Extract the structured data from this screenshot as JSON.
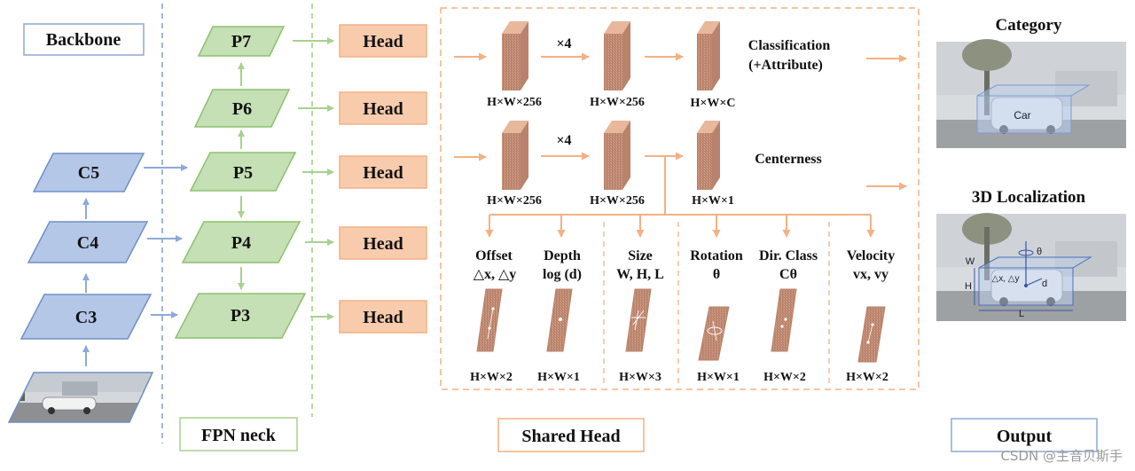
{
  "section_labels": {
    "backbone": "Backbone",
    "fpn_neck": "FPN neck",
    "shared_head": "Shared Head",
    "output": "Output"
  },
  "backbone_stages": [
    "C5",
    "C4",
    "C3"
  ],
  "fpn_levels": [
    "P7",
    "P6",
    "P5",
    "P4",
    "P3"
  ],
  "head_label": "Head",
  "shared_head": {
    "repeat_label": "×4",
    "feature_256": "H×W×256",
    "classification_line1": "Classification",
    "classification_line2": "(+Attribute)",
    "classification_dim": "H×W×C",
    "centerness": "Centerness",
    "centerness_dim": "H×W×1",
    "branches": [
      {
        "line1": "Offset",
        "line2": "△x, △y",
        "dim": "H×W×2"
      },
      {
        "line1": "Depth",
        "line2": "log (d)",
        "dim": "H×W×1"
      },
      {
        "line1": "Size",
        "line2": "W, H, L",
        "dim": "H×W×3"
      },
      {
        "line1": "Rotation",
        "line2": "θ",
        "dim": "H×W×1"
      },
      {
        "line1": "Dir. Class",
        "line2": "Cθ",
        "dim": "H×W×2"
      },
      {
        "line1": "Velocity",
        "line2": "vx, vy",
        "dim": "H×W×2"
      }
    ]
  },
  "outputs": {
    "category_title": "Category",
    "category_object": "Car",
    "localization_title": "3D Localization",
    "loc_labels": {
      "w": "W",
      "h": "H",
      "l": "L",
      "theta": "θ",
      "offset": "△x, △y",
      "d": "d"
    }
  },
  "watermark": "CSDN @主音贝斯手",
  "colors": {
    "blue_fill": "#b4c7e7",
    "blue_stroke": "#6f8fc9",
    "green_fill": "#c5e0b4",
    "green_stroke": "#8dc06f",
    "orange_fill": "#f8cbad",
    "orange_stroke": "#f4b183",
    "feature_map": "#c8927a",
    "photo_sky": "#d9dcdf"
  }
}
